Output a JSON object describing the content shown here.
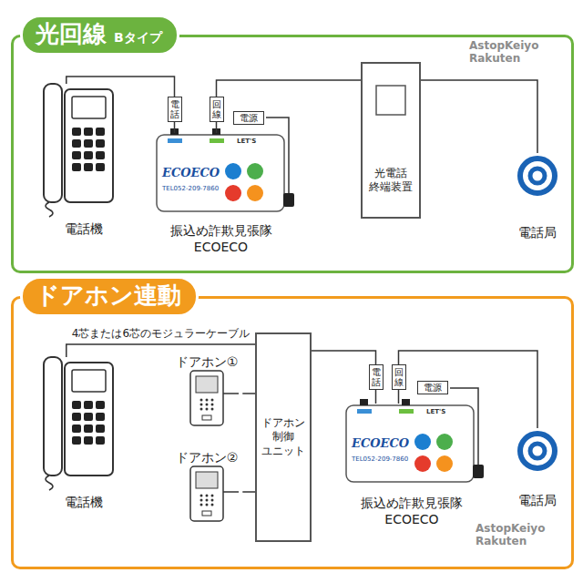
{
  "diagram": {
    "nodes": [
      {
        "text": [
          "光回線",
          "Bタイプ"
        ]
      },
      {
        "text": [
          "電話機"
        ],
        "in": 0
      },
      {
        "text": [
          "振込め詐欺見張隊 ECOECO"
        ],
        "in": 0
      },
      {
        "text": [
          "電話"
        ],
        "in": 0
      },
      {
        "text": [
          "回線"
        ],
        "in": 0
      },
      {
        "text": [
          "電源"
        ],
        "in": 0
      },
      {
        "text": [
          "光電話 終端装置"
        ],
        "in": 0
      },
      {
        "text": [
          "電話局"
        ],
        "in": 0
      },
      {
        "text": [
          "ドアホン連動"
        ]
      },
      {
        "text": [
          "電話機"
        ],
        "in": 8
      },
      {
        "text": [
          "ドアホン①"
        ],
        "in": 8
      },
      {
        "text": [
          "ドアホン②"
        ],
        "in": 8
      },
      {
        "text": [
          "ドアホン 制御 ユニット"
        ],
        "in": 8
      },
      {
        "text": [
          "振込め詐欺見張隊 ECOECO"
        ],
        "in": 8
      },
      {
        "text": [
          "電話"
        ],
        "in": 8
      },
      {
        "text": [
          "回線"
        ],
        "in": 8
      },
      {
        "text": [
          "電源"
        ],
        "in": 8
      },
      {
        "text": [
          "電話局"
        ],
        "in": 8
      }
    ],
    "edges": [
      {
        "from": 1,
        "to": 3,
        "arrow": "none"
      },
      {
        "from": 3,
        "to": 2,
        "arrow": "none"
      },
      {
        "from": 4,
        "to": 2,
        "arrow": "none"
      },
      {
        "from": 4,
        "to": 6,
        "arrow": "none"
      },
      {
        "from": 6,
        "to": 7,
        "arrow": "none"
      },
      {
        "from": 9,
        "to": 12,
        "label": "4芯または6芯のモジュラーケーブル",
        "arrow": "none"
      },
      {
        "from": 10,
        "to": 12,
        "arrow": "none"
      },
      {
        "from": 11,
        "to": 12,
        "arrow": "none"
      },
      {
        "from": 12,
        "to": 14,
        "arrow": "none"
      },
      {
        "from": 14,
        "to": 13,
        "arrow": "none"
      },
      {
        "from": 15,
        "to": 13,
        "arrow": "none"
      },
      {
        "from": 15,
        "to": 17,
        "arrow": "none"
      }
    ],
    "labels": [
      "AstopKeiyo Rakuten",
      "LET'S",
      "ECOECO",
      "TEL052-209-7860",
      "LET'S",
      "ECOECO",
      "TEL052-209-7860",
      "AstopKeiyo Rakuten"
    ]
  }
}
